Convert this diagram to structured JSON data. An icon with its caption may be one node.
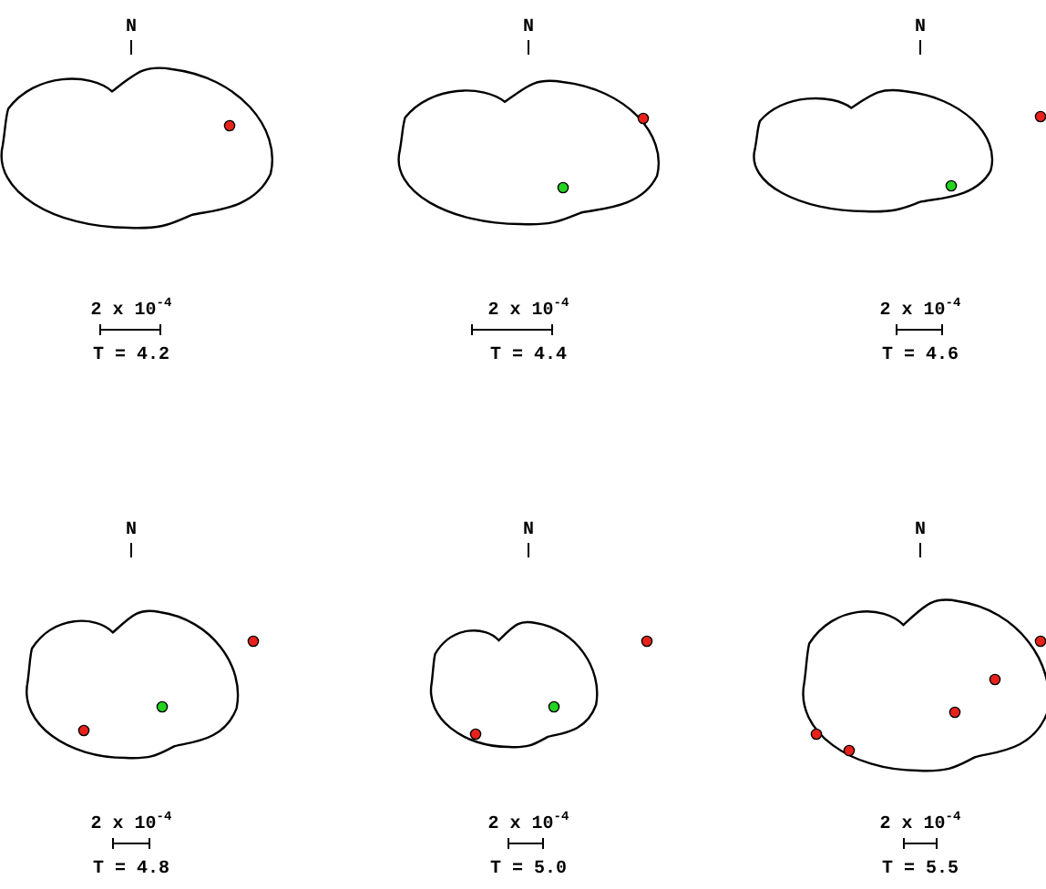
{
  "diagram": {
    "labels": [
      "N",
      "2 x 10$^{-4}$",
      "T = 4.2",
      "N",
      "2 x 10$^{-4}$",
      "T = 4.4",
      "N",
      "2 x 10$^{-4}$",
      "T = 4.6",
      "N",
      "2 x 10$^{-4}$",
      "T = 4.8",
      "N",
      "2 x 10$^{-4}$",
      "T = 5.0",
      "N",
      "2 x 10$^{-4}$",
      "T = 5.5"
    ]
  }
}
